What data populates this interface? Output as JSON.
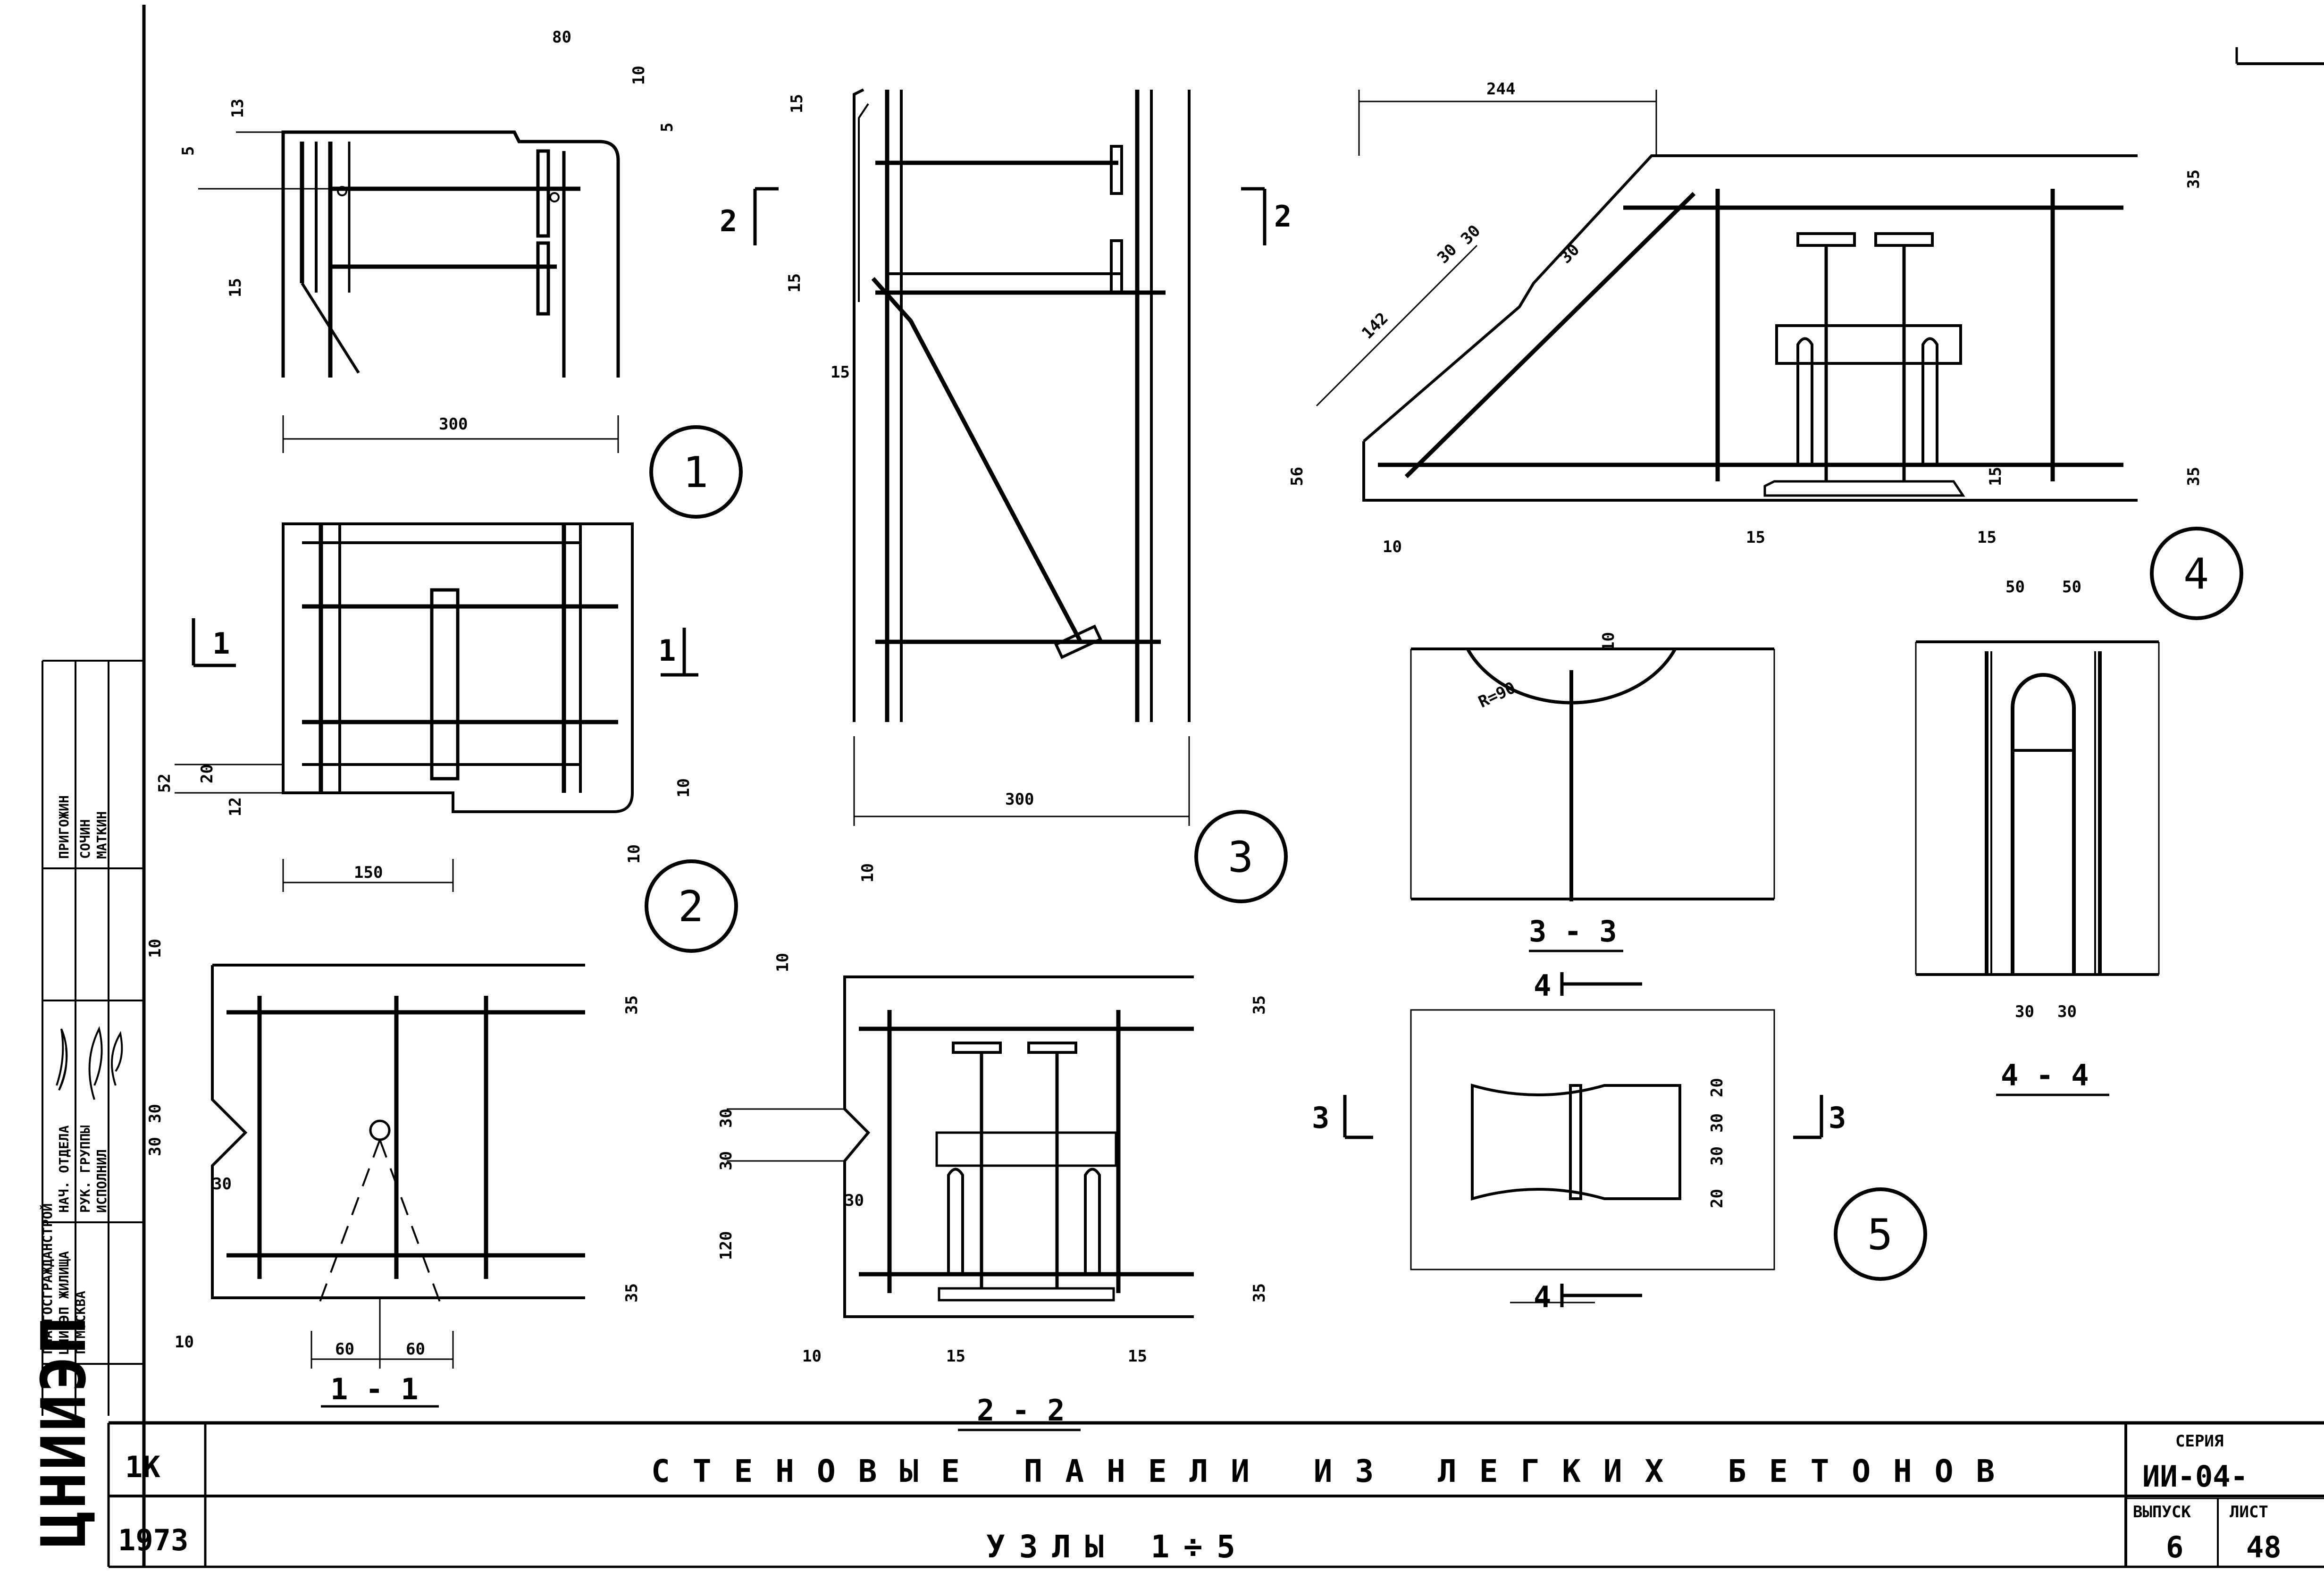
{
  "title_block": {
    "sheet_title": "СТЕНОВЫЕ ПАНЕЛИ ИЗ ЛЕГКИХ БЕТОНОВ",
    "sheet_subtitle": "УЗЛЫ 1÷5",
    "code": "1К",
    "year": "1973",
    "series_label": "СЕРИЯ",
    "series_value": "ИИ-04-",
    "issue_label": "ВЫПУСК",
    "issue_value": "6",
    "sheet_label": "ЛИСТ",
    "sheet_value": "48"
  },
  "side_stamp": {
    "org_logo": "ЦНИИЭП",
    "org_lines": [
      "ГЛАВГОСГРАЖДАНСТРОЙ",
      "ЦНИИЭП ЖИЛИЩА",
      "Г.МОСКВА"
    ],
    "roles": [
      "НАЧ. ОТДЕЛА",
      "РУК. ГРУППЫ",
      "ИСПОЛНИЛ"
    ],
    "names": [
      "ПРИГОЖИН",
      "СОЧИН",
      "МАТКИН"
    ]
  },
  "nodes": [
    {
      "num": "1"
    },
    {
      "num": "2"
    },
    {
      "num": "3"
    },
    {
      "num": "4"
    },
    {
      "num": "5"
    }
  ],
  "sections": [
    {
      "label": "1 - 1"
    },
    {
      "label": "2 - 2"
    },
    {
      "label": "3 - 3"
    },
    {
      "label": "4 - 4"
    }
  ],
  "cut_marks": {
    "c1": "1",
    "c2": "2",
    "c3": "3",
    "c4": "4"
  },
  "dimensions": {
    "d80": "80",
    "d10": "10",
    "d13": "13",
    "d5": "5",
    "d15": "15",
    "d300": "300",
    "d52": "52",
    "d20": "20",
    "d12": "12",
    "d150": "150",
    "d35": "35",
    "d30": "30",
    "d60": "60",
    "d120": "120",
    "d244": "244",
    "d142": "142",
    "d56": "56",
    "d50": "50",
    "r90": "R=90"
  }
}
